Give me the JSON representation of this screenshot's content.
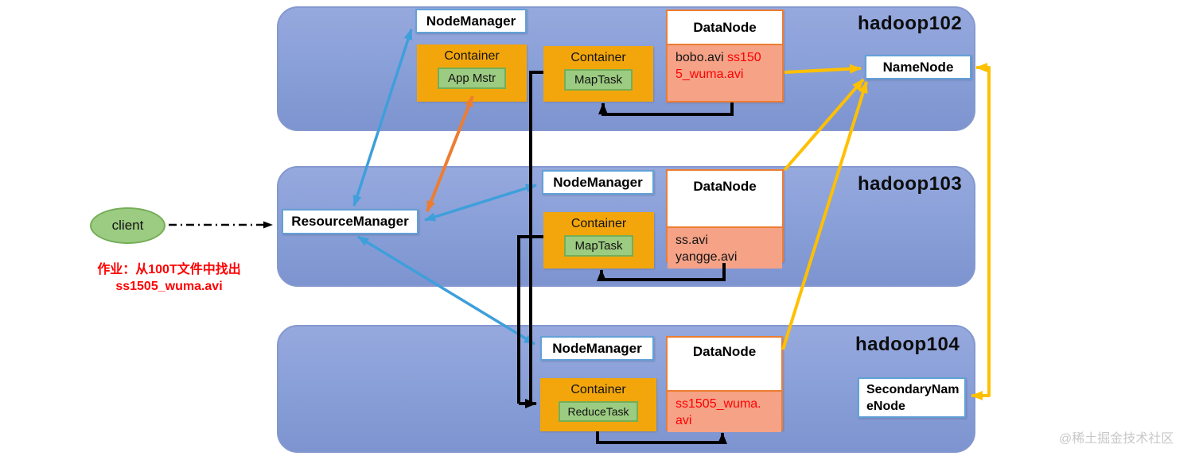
{
  "client": {
    "label": "client"
  },
  "job_note": {
    "line1": "作业：从100T文件中找出",
    "line2": "ss1505_wuma.avi"
  },
  "resource_manager": {
    "label": "ResourceManager"
  },
  "name_node": {
    "label": "NameNode"
  },
  "secondary_name_node": {
    "label": "SecondaryNameNode"
  },
  "watermark": "@稀土掘金技术社区",
  "servers": [
    {
      "name": "hadoop102",
      "node_manager": "NodeManager",
      "containers": [
        {
          "label": "Container",
          "task": "App Mstr"
        },
        {
          "label": "Container",
          "task": "MapTask"
        }
      ],
      "data_node": {
        "label": "DataNode",
        "files": [
          {
            "text": "bobo.avi",
            "highlight": false
          },
          {
            "text": "ss1505_wuma.avi",
            "highlight": true
          }
        ]
      }
    },
    {
      "name": "hadoop103",
      "node_manager": "NodeManager",
      "containers": [
        {
          "label": "Container",
          "task": "MapTask"
        }
      ],
      "data_node": {
        "label": "DataNode",
        "files": [
          {
            "text": "ss.avi",
            "highlight": false
          },
          {
            "text": "yangge.avi",
            "highlight": false
          }
        ]
      }
    },
    {
      "name": "hadoop104",
      "node_manager": "NodeManager",
      "containers": [
        {
          "label": "Container",
          "task": "ReduceTask"
        }
      ],
      "data_node": {
        "label": "DataNode",
        "files": [
          {
            "text": "ss1505_wuma.avi",
            "highlight": true
          }
        ]
      }
    }
  ],
  "colors": {
    "server_fill": "#8aa0d8",
    "container_orange": "#f3a60b",
    "task_green": "#9ccb82",
    "file_salmon": "#f5a287",
    "datanode_border": "#ed7d31",
    "arrow_blue": "#3e9fdb",
    "arrow_orange": "#ed7d31",
    "arrow_yellow": "#ffc000",
    "arrow_black": "#000000",
    "highlight_red": "#ff0000"
  }
}
